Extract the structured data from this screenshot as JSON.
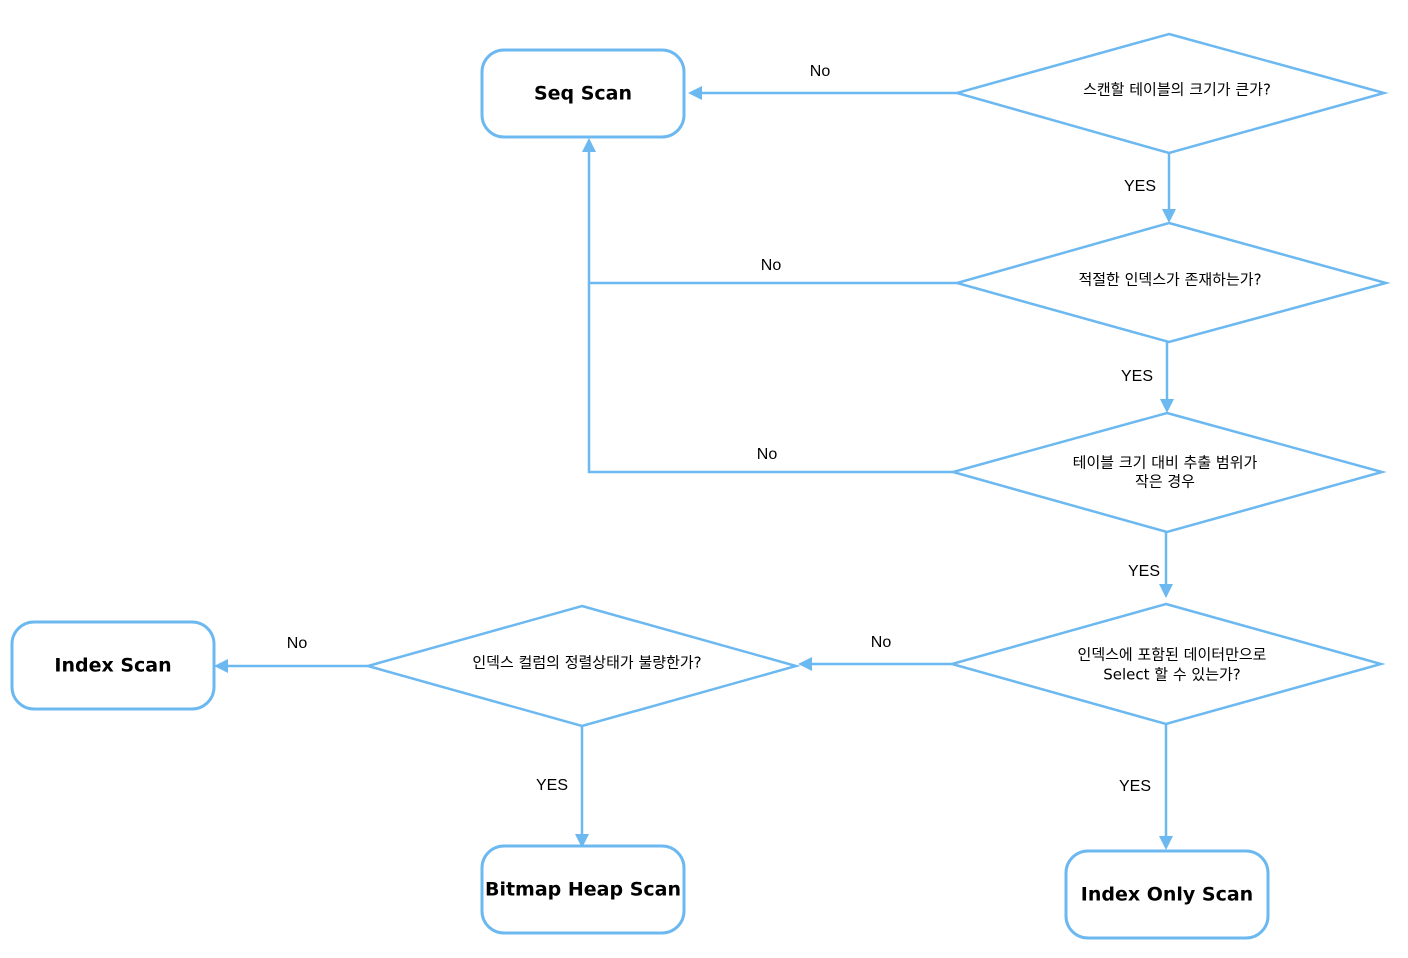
{
  "nodes": {
    "seq_scan": "Seq Scan",
    "index_scan": "Index Scan",
    "bitmap_heap_scan": "Bitmap Heap Scan",
    "index_only_scan": "Index Only Scan"
  },
  "questions": {
    "q1": [
      "스캔할 테이블의 크기가 큰가?"
    ],
    "q2": [
      "적절한 인덱스가 존재하는가?"
    ],
    "q3": [
      "테이블 크기 대비 추출 범위가",
      "작은 경우"
    ],
    "q4": [
      "인덱스에 포함된 데이터만으로",
      "Select 할 수 있는가?"
    ],
    "q5": [
      "인덱스 컬럼의 정렬상태가 불량한가?"
    ]
  },
  "edge_labels": {
    "no": "No",
    "yes": "YES"
  },
  "colors": {
    "stroke": "#6cb8f0",
    "text": "#000000",
    "background": "#ffffff"
  }
}
